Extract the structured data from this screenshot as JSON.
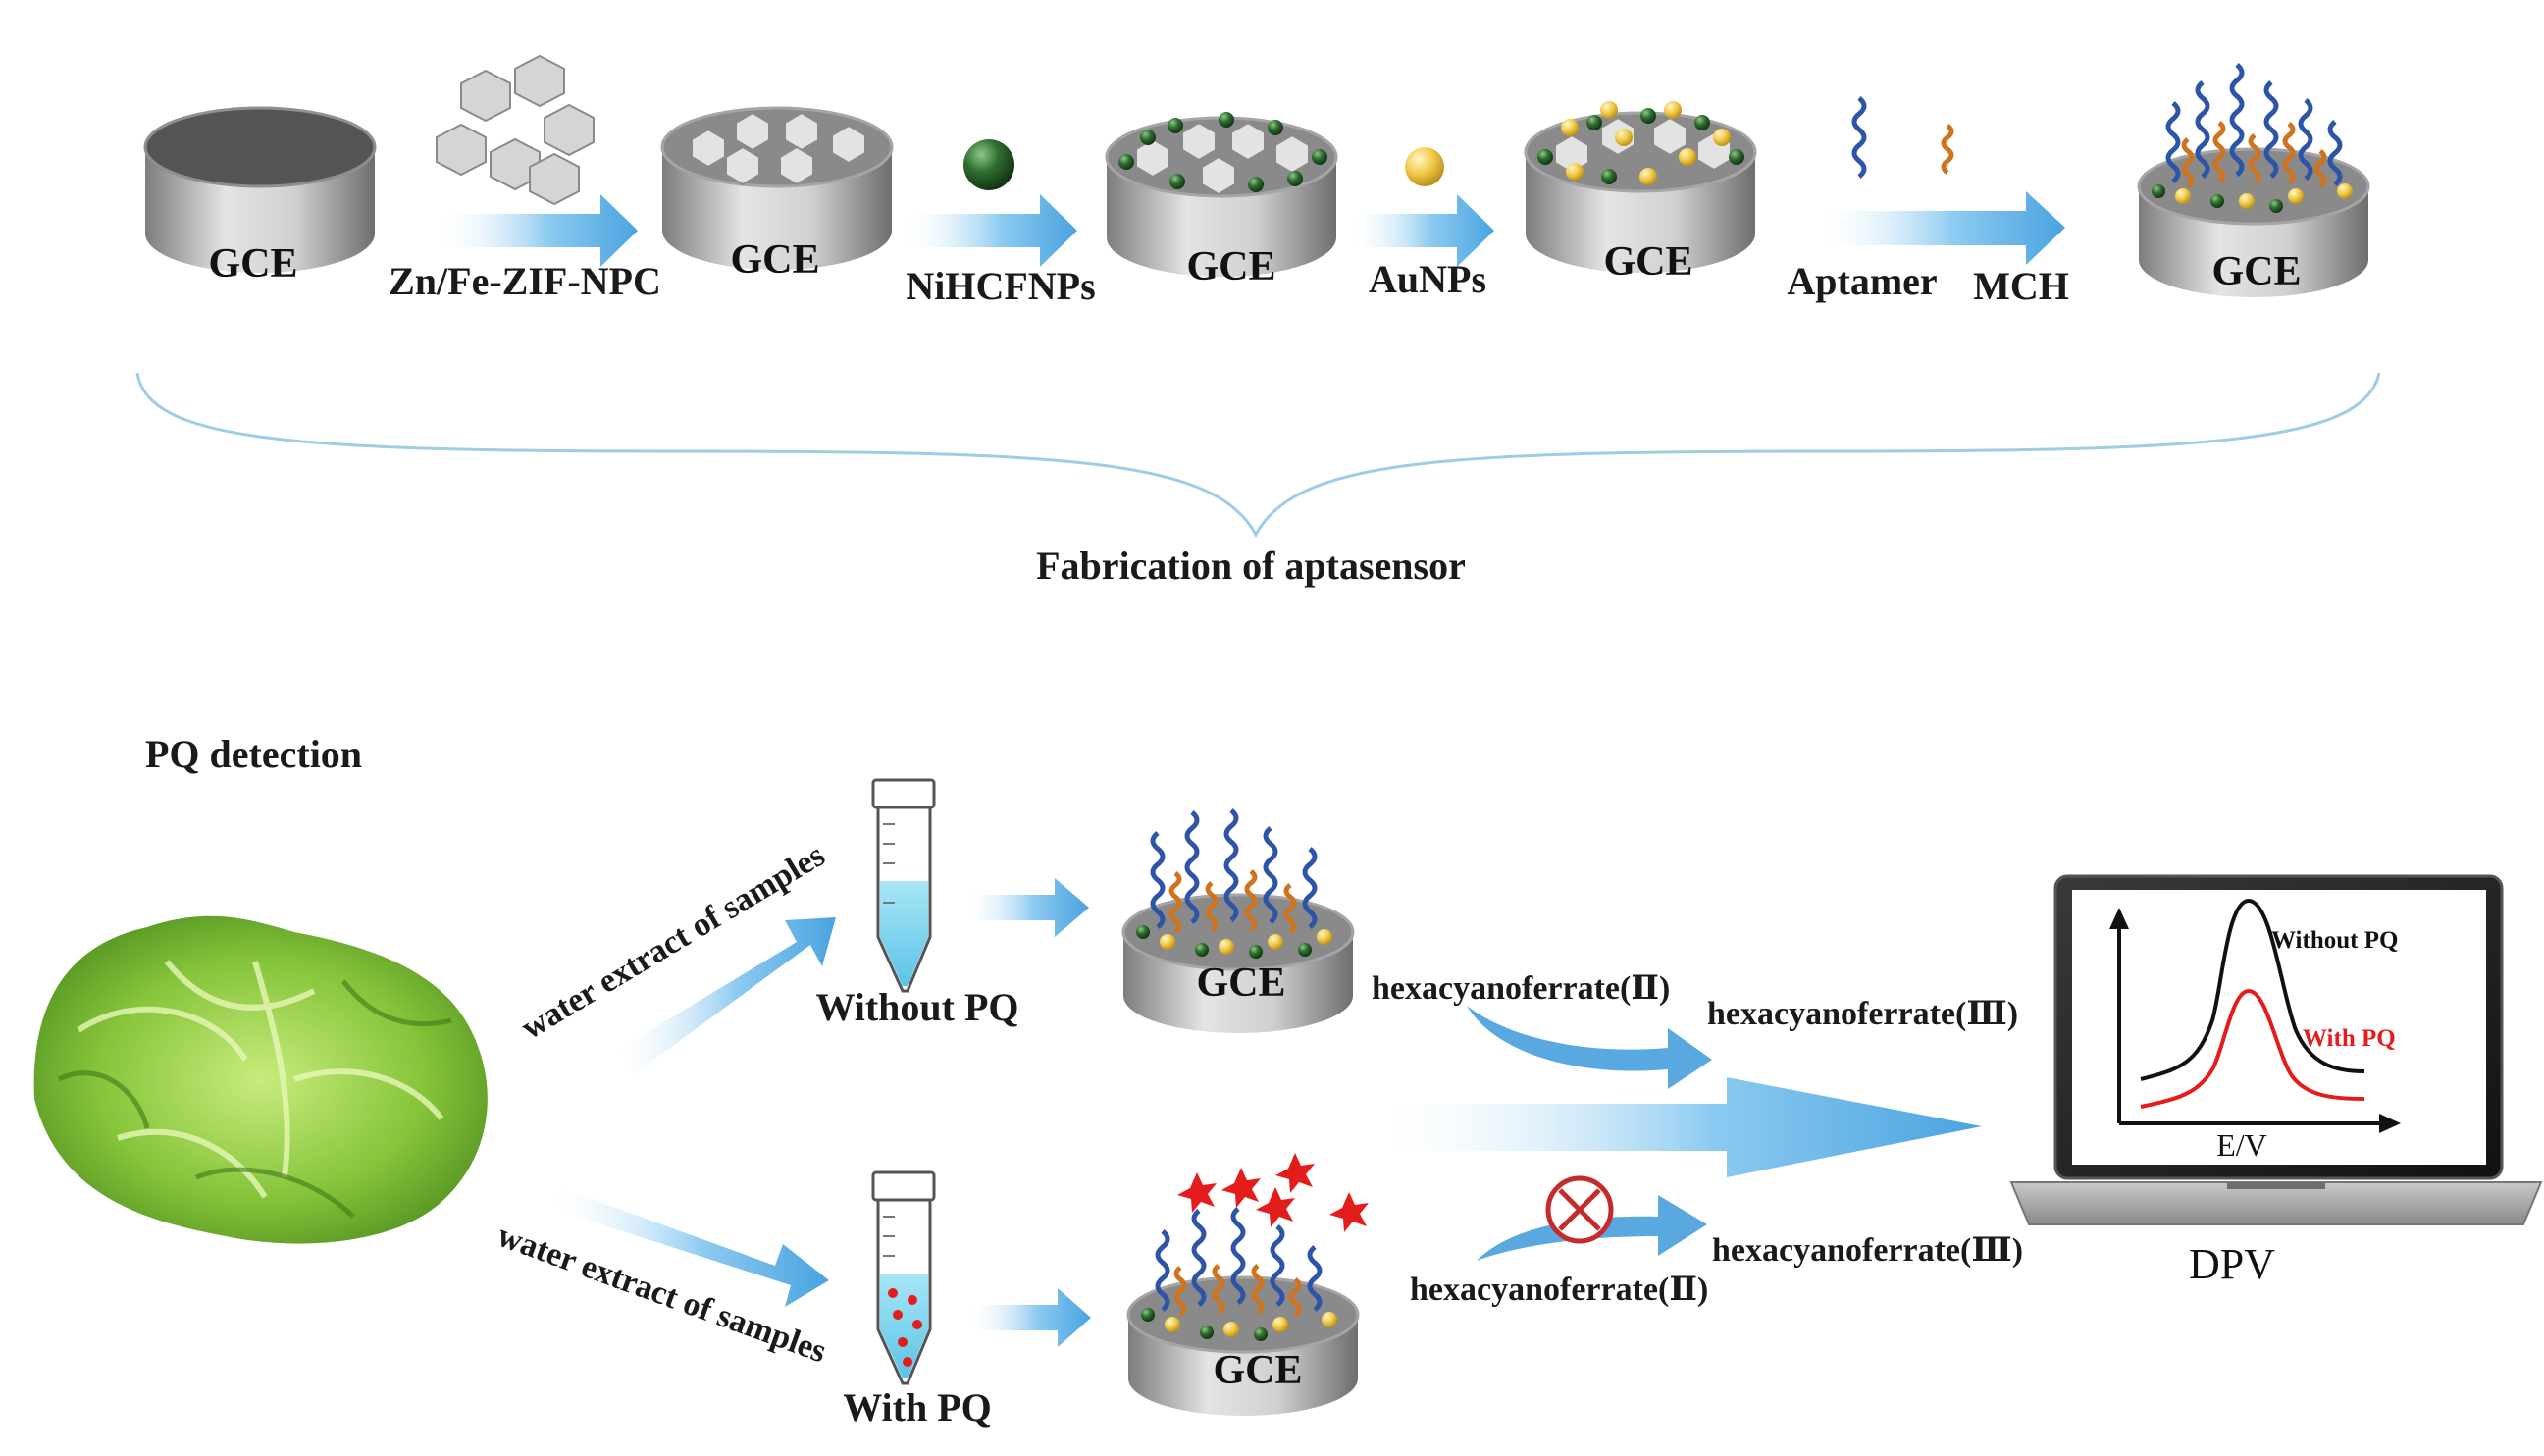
{
  "fabrication": {
    "gce_label": "GCE",
    "steps": [
      "Zn/Fe-ZIF-NPC",
      "NiHCFNPs",
      "AuNPs",
      "Aptamer",
      "MCH"
    ],
    "caption": "Fabrication of aptasensor"
  },
  "detection": {
    "heading": "PQ detection",
    "upper_path": "water extract of samples",
    "lower_path": "water extract of samples",
    "tube_without": "Without PQ",
    "tube_with": "With PQ",
    "upper_probe_in": "hexacyanoferrate(Ⅱ)",
    "upper_probe_out": "hexacyanoferrate(Ⅲ)",
    "lower_probe_in": "hexacyanoferrate(Ⅱ)",
    "lower_probe_out": "hexacyanoferrate(Ⅲ)",
    "method": "DPV"
  },
  "plot": {
    "series_without": "Without PQ",
    "series_with": "With PQ",
    "xlabel": "E/V"
  },
  "colors": {
    "arrow": "#7cc3ec",
    "aptamer_blue": "#2c55a8",
    "aptamer_orange": "#d0731f",
    "gold": "#f1c84a",
    "nickel": "#2f6e2f",
    "pq": "#e41c1c",
    "without_curve": "#111111",
    "with_curve": "#e41c1c"
  }
}
